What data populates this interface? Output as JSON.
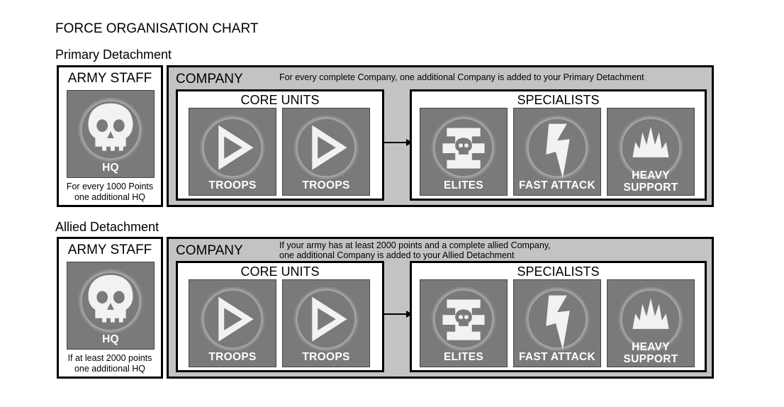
{
  "title": "FORCE ORGANISATION CHART",
  "detachments": [
    {
      "label": "Primary Detachment",
      "army_staff": {
        "title": "ARMY STAFF",
        "tile": {
          "label": "HQ",
          "icon": "skull-icon"
        },
        "note_line1": "For every 1000 Points",
        "note_line2": "one additional HQ"
      },
      "company": {
        "title": "COMPANY",
        "note_line1": "For every complete Company, one additional Company is added to your Primary Detachment",
        "note_line2": "",
        "core_units": {
          "title": "CORE UNITS",
          "tiles": [
            {
              "label": "TROOPS",
              "icon": "troops-arrow-icon"
            },
            {
              "label": "TROOPS",
              "icon": "troops-arrow-icon"
            }
          ]
        },
        "specialists": {
          "title": "SPECIALISTS",
          "tiles": [
            {
              "label": "ELITES",
              "icon": "elites-cross-skull-icon"
            },
            {
              "label": "FAST ATTACK",
              "icon": "lightning-bolt-icon"
            },
            {
              "label_line1": "HEAVY",
              "label_line2": "SUPPORT",
              "icon": "explosion-icon"
            }
          ]
        }
      }
    },
    {
      "label": "Allied Detachment",
      "army_staff": {
        "title": "ARMY STAFF",
        "tile": {
          "label": "HQ",
          "icon": "skull-icon"
        },
        "note_line1": "If at least 2000 points",
        "note_line2": "one additional HQ"
      },
      "company": {
        "title": "COMPANY",
        "note_line1": "If your army has at least 2000 points and a complete allied Company,",
        "note_line2": "one additional Company is added to your Allied Detachment",
        "core_units": {
          "title": "CORE UNITS",
          "tiles": [
            {
              "label": "TROOPS",
              "icon": "troops-arrow-icon"
            },
            {
              "label": "TROOPS",
              "icon": "troops-arrow-icon"
            }
          ]
        },
        "specialists": {
          "title": "SPECIALISTS",
          "tiles": [
            {
              "label": "ELITES",
              "icon": "elites-cross-skull-icon"
            },
            {
              "label": "FAST ATTACK",
              "icon": "lightning-bolt-icon"
            },
            {
              "label_line1": "HEAVY",
              "label_line2": "SUPPORT",
              "icon": "explosion-icon"
            }
          ]
        }
      }
    }
  ],
  "colors": {
    "company_bg": "#c3c3c3",
    "tile_bg": "#7a7a7a",
    "icon_fill": "#f2f2f2"
  }
}
